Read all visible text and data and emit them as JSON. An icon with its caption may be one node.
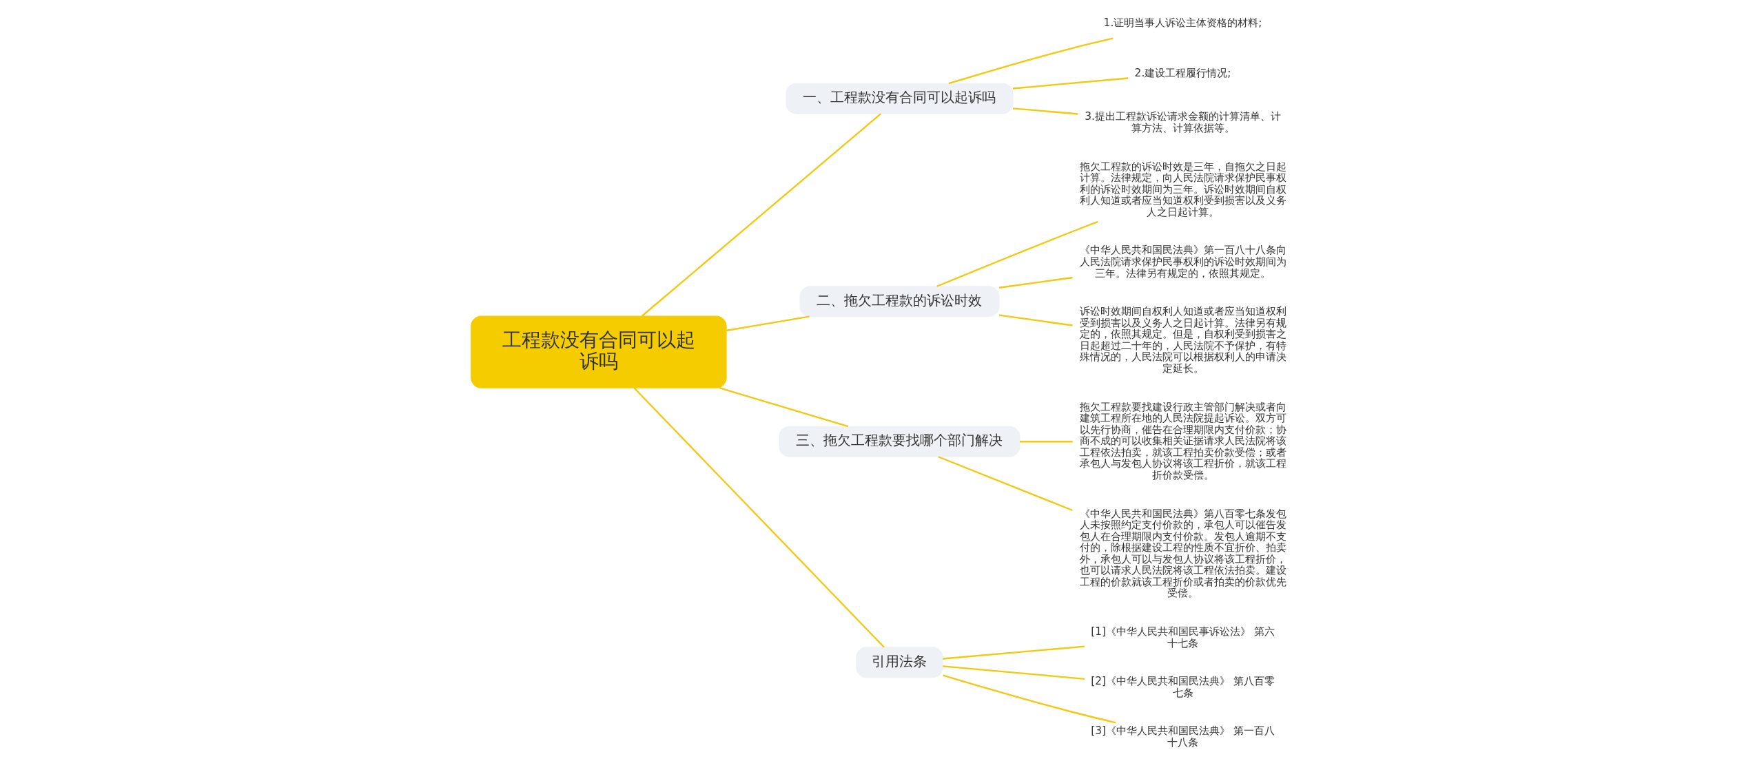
{
  "diagram": {
    "nodes": [
      {
        "text": [
          "工程款没有合同可以起诉吗"
        ]
      },
      {
        "text": [
          "一、工程款没有合同可以起诉吗"
        ]
      },
      {
        "text": [
          "1.证明当事人诉讼主体资格的材料;"
        ]
      },
      {
        "text": [
          "2.建设工程履行情况;"
        ]
      },
      {
        "text": [
          "3.提出工程款诉讼请求金额的计算清单、计算方法、计算依据等。"
        ]
      },
      {
        "text": [
          "二、拖欠工程款的诉讼时效"
        ]
      },
      {
        "text": [
          "拖欠工程款的诉讼时效是三年，自拖欠之日起计算。法律规定，向人民法院请求保护民事权利的诉讼时效期间为三年。诉讼时效期间自权利人知道或者应当知道权利受到损害以及义务人之日起计算。"
        ]
      },
      {
        "text": [
          "《中华人民共和国民法典》第一百八十八条向人民法院请求保护民事权利的诉讼时效期间为三年。法律另有规定的，依照其规定。"
        ]
      },
      {
        "text": [
          "诉讼时效期间自权利人知道或者应当知道权利受到损害以及义务人之日起计算。法律另有规定的，依照其规定。但是，自权利受到损害之日起超过二十年的，人民法院不予保护，有特殊情况的，人民法院可以根据权利人的申请决定延长。"
        ]
      },
      {
        "text": [
          "三、拖欠工程款要找哪个部门解决"
        ]
      },
      {
        "text": [
          "拖欠工程款要找建设行政主管部门解决或者向建筑工程所在地的人民法院提起诉讼。双方可以先行协商，催告在合理期限内支付价款；协商不成的可以收集相关证据请求人民法院将该工程依法拍卖，就该工程拍卖价款受偿；或者承包人与发包人协议将该工程折价，就该工程折价款受偿。"
        ]
      },
      {
        "text": [
          "《中华人民共和国民法典》第八百零七条发包人未按照约定支付价款的，承包人可以催告发包人在合理期限内支付价款。发包人逾期不支付的，除根据建设工程的性质不宜折价、拍卖外，承包人可以与发包人协议将该工程折价，也可以请求人民法院将该工程依法拍卖。建设工程的价款就该工程折价或者拍卖的价款优先受偿。"
        ]
      },
      {
        "text": [
          "引用法条"
        ]
      },
      {
        "text": [
          "[1]《中华人民共和国民事诉讼法》 第六十七条"
        ]
      },
      {
        "text": [
          "[2]《中华人民共和国民法典》 第八百零七条"
        ]
      },
      {
        "text": [
          "[3]《中华人民共和国民法典》 第一百八十八条"
        ]
      }
    ],
    "edges": [
      {
        "from": 0,
        "to": 1,
        "arrow": "none"
      },
      {
        "from": 1,
        "to": 2,
        "arrow": "none"
      },
      {
        "from": 1,
        "to": 3,
        "arrow": "none"
      },
      {
        "from": 1,
        "to": 4,
        "arrow": "none"
      },
      {
        "from": 0,
        "to": 5,
        "arrow": "none"
      },
      {
        "from": 5,
        "to": 6,
        "arrow": "none"
      },
      {
        "from": 5,
        "to": 7,
        "arrow": "none"
      },
      {
        "from": 5,
        "to": 8,
        "arrow": "none"
      },
      {
        "from": 0,
        "to": 9,
        "arrow": "none"
      },
      {
        "from": 9,
        "to": 10,
        "arrow": "none"
      },
      {
        "from": 9,
        "to": 11,
        "arrow": "none"
      },
      {
        "from": 0,
        "to": 12,
        "arrow": "none"
      },
      {
        "from": 12,
        "to": 13,
        "arrow": "none"
      },
      {
        "from": 12,
        "to": 14,
        "arrow": "none"
      },
      {
        "from": 12,
        "to": 15,
        "arrow": "none"
      }
    ]
  }
}
